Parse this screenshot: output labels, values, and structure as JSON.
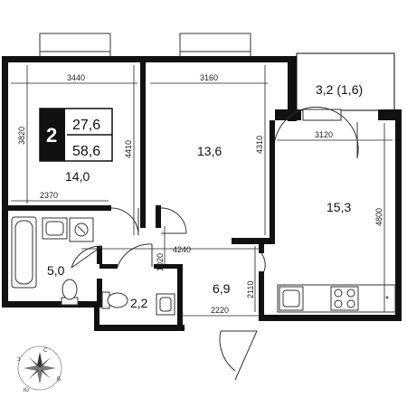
{
  "badge": {
    "rooms": "2",
    "living_area": "27,6",
    "total_area": "58,6"
  },
  "rooms": {
    "room_left": "14,0",
    "room_middle": "13,6",
    "room_right": "15,3",
    "balcony": "3,2 (1,6)",
    "bathroom": "5,0",
    "toilet": "2,2",
    "hall": "6,9"
  },
  "dimensions": {
    "d3440": "3440",
    "d3160": "3160",
    "d3120": "3120",
    "d3820": "3820",
    "d4410": "4410",
    "d4310": "4310",
    "d4800": "4800",
    "d2370": "2370",
    "d4240": "4240",
    "d1020": "1020",
    "d2110": "2110",
    "d2220": "2220"
  },
  "compass": {
    "north": "С",
    "south": "Ю",
    "west": "З",
    "east": "В"
  },
  "colors": {
    "wall": "#111111",
    "badge_bg": "#111111",
    "line": "#222222"
  }
}
